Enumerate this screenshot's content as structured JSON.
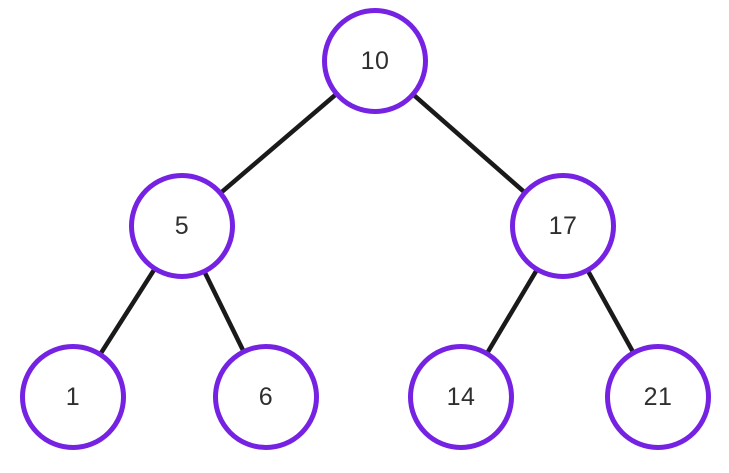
{
  "tree": {
    "type": "binary-tree",
    "accent_color": "#7522E3",
    "edge_color": "#1a1a1a",
    "text_color": "#2f2f2f",
    "nodes": {
      "root": {
        "value": "10"
      },
      "left": {
        "value": "5"
      },
      "right": {
        "value": "17"
      },
      "left_left": {
        "value": "1"
      },
      "left_right": {
        "value": "6"
      },
      "right_left": {
        "value": "14"
      },
      "right_right": {
        "value": "21"
      }
    },
    "edges": [
      {
        "from": "10",
        "to": "5"
      },
      {
        "from": "10",
        "to": "17"
      },
      {
        "from": "5",
        "to": "1"
      },
      {
        "from": "5",
        "to": "6"
      },
      {
        "from": "17",
        "to": "14"
      },
      {
        "from": "17",
        "to": "21"
      }
    ]
  }
}
